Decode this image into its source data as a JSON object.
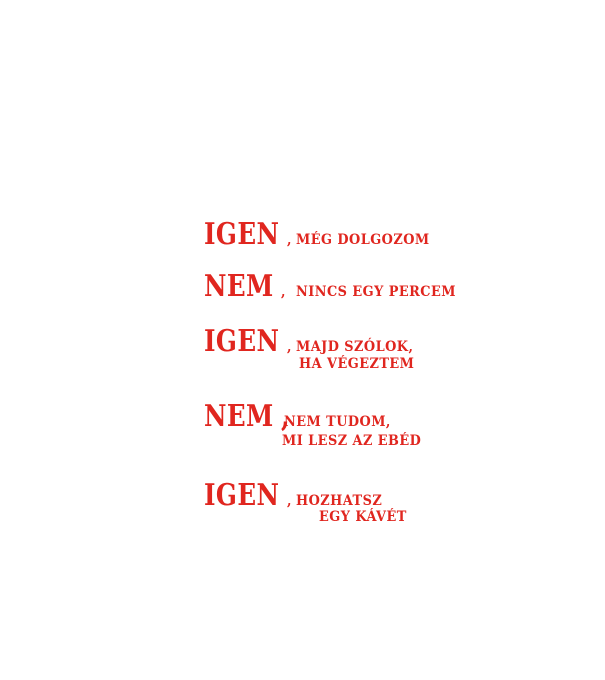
{
  "colors": {
    "text": "#e0261f",
    "background": "#ffffff"
  },
  "lines": [
    {
      "word": "IGEN",
      "sep": ",",
      "rest": "MÉG DOLGOZOM",
      "cont": ""
    },
    {
      "word": "NEM",
      "sep": ",",
      "rest": "NINCS EGY PERCEM",
      "cont": ""
    },
    {
      "word": "IGEN",
      "sep": ",",
      "rest": "MAJD SZÓLOK,",
      "cont": "HA VÉGEZTEM"
    },
    {
      "word": "NEM",
      "sep": ",",
      "rest": "NEM TUDOM,",
      "cont": "MI LESZ AZ EBÉD"
    },
    {
      "word": "IGEN",
      "sep": ",",
      "rest": "HOZHATSZ",
      "cont": "EGY KÁVÉT"
    }
  ]
}
